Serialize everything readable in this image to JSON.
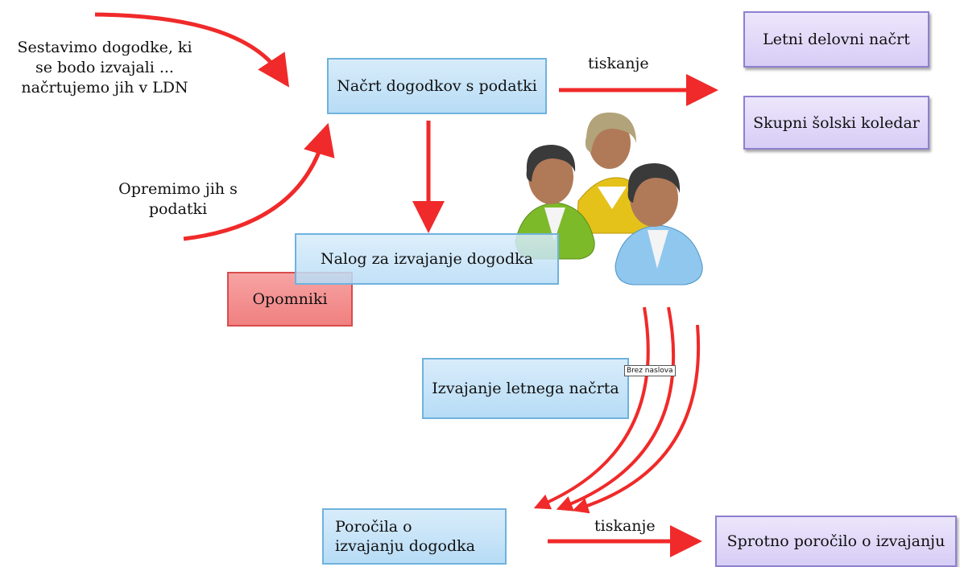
{
  "notes": {
    "sestavimo_line1": "Sestavimo  dogodke, ki",
    "sestavimo_line2": "se bodo izvajali ...",
    "sestavimo_line3": "načrtujemo jih v LDN",
    "opremimo_line1": "Opremimo jih s",
    "opremimo_line2": "podatki"
  },
  "boxes": {
    "nacrt": "Načrt dogodkov s podatki",
    "nalog": "Nalog za izvajanje dogodka",
    "opomniki": "Opomniki",
    "izvajanje": "Izvajanje letnega načrta",
    "porocila_line1": "Poročila o",
    "porocila_line2": "izvajanju dogodka",
    "letni": "Letni delovni načrt",
    "skupni": "Skupni šolski koledar",
    "sprotno": "Sprotno poročilo o izvajanju"
  },
  "labels": {
    "tiskanje_top": "tiskanje",
    "tiskanje_bottom": "tiskanje",
    "brez_naslova": "Brez naslova"
  },
  "icons": [
    "people-group-icon"
  ],
  "colors": {
    "arrow": "#f02a2a",
    "blue_box": "#b7dcf6",
    "purple_box": "#d7cdf6",
    "red_box": "#f08080"
  }
}
